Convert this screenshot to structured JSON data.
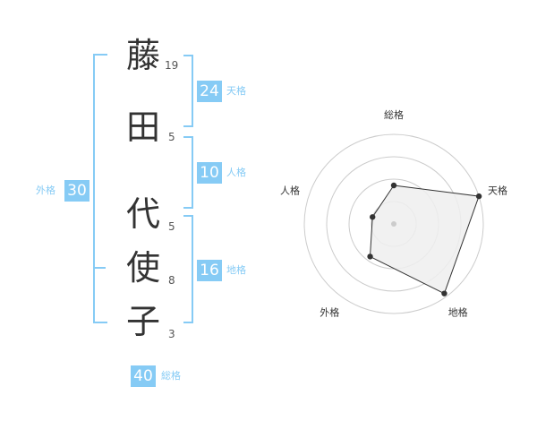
{
  "name_chars": [
    {
      "char": "藤",
      "strokes": "19"
    },
    {
      "char": "田",
      "strokes": "5"
    },
    {
      "char": "代",
      "strokes": "5"
    },
    {
      "char": "使",
      "strokes": "8"
    },
    {
      "char": "子",
      "strokes": "3"
    }
  ],
  "fortunes": {
    "tenkaku": {
      "value": "24",
      "label": "天格"
    },
    "jinkaku": {
      "value": "10",
      "label": "人格"
    },
    "chikaku": {
      "value": "16",
      "label": "地格"
    },
    "gaikaku": {
      "value": "30",
      "label": "外格"
    },
    "soukaku": {
      "value": "40",
      "label": "総格"
    }
  },
  "chart_data": {
    "type": "radar",
    "axes": [
      "総格",
      "天格",
      "地格",
      "外格",
      "人格"
    ],
    "values": [
      0.43,
      1.0,
      0.96,
      0.45,
      0.25
    ],
    "rmax": 1,
    "rings": 4,
    "colors": {
      "fill": "#eeeeee",
      "stroke": "#333333",
      "grid": "#cccccc",
      "center": "#cccccc"
    }
  },
  "colors": {
    "accent": "#86cbf5",
    "text": "#333333"
  }
}
